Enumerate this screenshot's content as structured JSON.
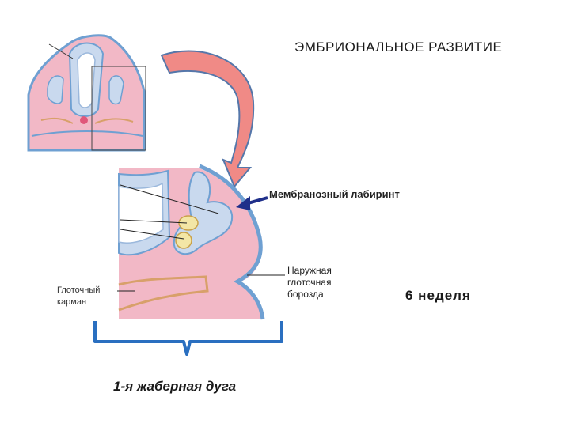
{
  "title": "ЭМБРИОНАЛЬНОЕ  РАЗВИТИЕ",
  "labels": {
    "membranous_labyrinth": "Мембранозный лабиринт",
    "external_groove": "Наружная\nглоточная\nборозда",
    "week": "6  неделя",
    "pharyngeal_pocket": "Глоточный\nкарман",
    "first_gill_arch": "1-я жаберная дуга"
  },
  "colors": {
    "tissue_pink": "#f2b8c6",
    "tissue_outline": "#6fa0d2",
    "vesicle_fill": "#c9d9ee",
    "pocket_outline": "#d8a06a",
    "arrow_fill": "#f08a86",
    "pointer_arrow": "#1f2f8a",
    "bracket": "#2a6fc0"
  }
}
